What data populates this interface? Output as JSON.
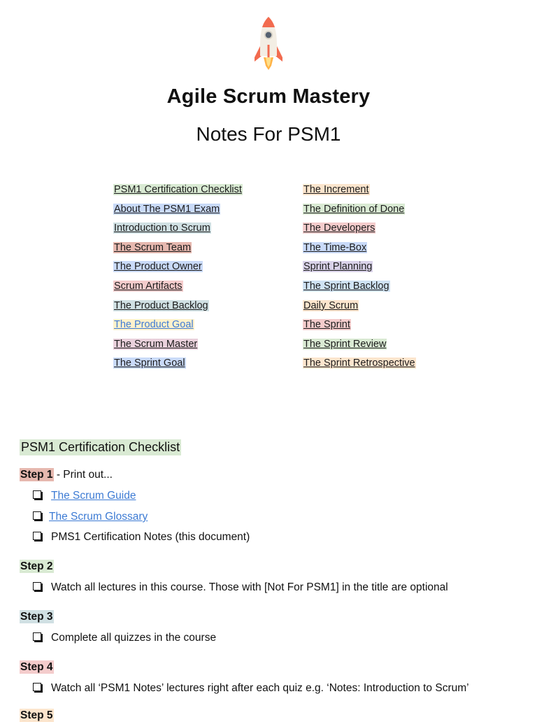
{
  "header": {
    "title": "Agile Scrum Mastery",
    "subtitle": "Notes For PSM1",
    "logo_icon": "rocket-icon"
  },
  "toc": {
    "col1": [
      {
        "label": "PSM1 Certification Checklist",
        "bg": "#d9ead3"
      },
      {
        "label": "About The PSM1 Exam",
        "bg": "#c9daf8"
      },
      {
        "label": "Introduction to Scrum",
        "bg": "#d0e0e3"
      },
      {
        "label": "The Scrum Team",
        "bg": "#e6b8af"
      },
      {
        "label": "The Product Owner",
        "bg": "#c9daf8"
      },
      {
        "label": "Scrum Artifacts",
        "bg": "#f4cccc"
      },
      {
        "label": "The Product Backlog",
        "bg": "#d0e0e3"
      },
      {
        "label": "The Product Goal",
        "bg": "#fff2cc"
      },
      {
        "label": "The Scrum Master",
        "bg": "#ead1dc"
      },
      {
        "label": "The Sprint Goal",
        "bg": "#c9daf8"
      }
    ],
    "col2": [
      {
        "label": "The Increment",
        "bg": "#fce5cd"
      },
      {
        "label": "The Definition of Done",
        "bg": "#d9ead3"
      },
      {
        "label": "The Developers",
        "bg": "#f4cccc"
      },
      {
        "label": "The Time-Box",
        "bg": "#c9daf8"
      },
      {
        "label": "Sprint Planning",
        "bg": "#d9d2e9"
      },
      {
        "label": "The Sprint Backlog",
        "bg": "#cfe2f3"
      },
      {
        "label": "Daily Scrum",
        "bg": "#fce5cd"
      },
      {
        "label": "The Sprint",
        "bg": "#f4cccc"
      },
      {
        "label": "The Sprint Review",
        "bg": "#d9ead3"
      },
      {
        "label": "The Sprint Retrospective",
        "bg": "#fce5cd"
      }
    ]
  },
  "checklist": {
    "title": "PSM1 Certification Checklist",
    "title_bg": "#d9ead3",
    "steps": [
      {
        "label": "Step 1",
        "suffix": " - Print out...",
        "bg": "#e6b8af",
        "items": [
          {
            "text": "The Scrum Guide",
            "link": true
          },
          {
            "text": "The Scrum Glossary",
            "link": true
          },
          {
            "text": "PMS1 Certification Notes (this document)",
            "link": false
          }
        ]
      },
      {
        "label": "Step 2",
        "suffix": "",
        "bg": "#d9ead3",
        "items": [
          {
            "text": "Watch all lectures in this course. Those with [Not For PSM1] in the title are optional",
            "link": false
          }
        ]
      },
      {
        "label": "Step 3",
        "suffix": "",
        "bg": "#d0e0e3",
        "items": [
          {
            "text": "Complete all quizzes in the course",
            "link": false
          }
        ]
      },
      {
        "label": "Step 4",
        "suffix": "",
        "bg": "#f4cccc",
        "items": [
          {
            "text": "Watch all ‘PSM1 Notes’ lectures right after each quiz e.g. ‘Notes: Introduction to Scrum’",
            "link": false
          }
        ]
      },
      {
        "label": "Step 5",
        "suffix": "",
        "bg": "#fce5cd",
        "items": []
      }
    ]
  }
}
